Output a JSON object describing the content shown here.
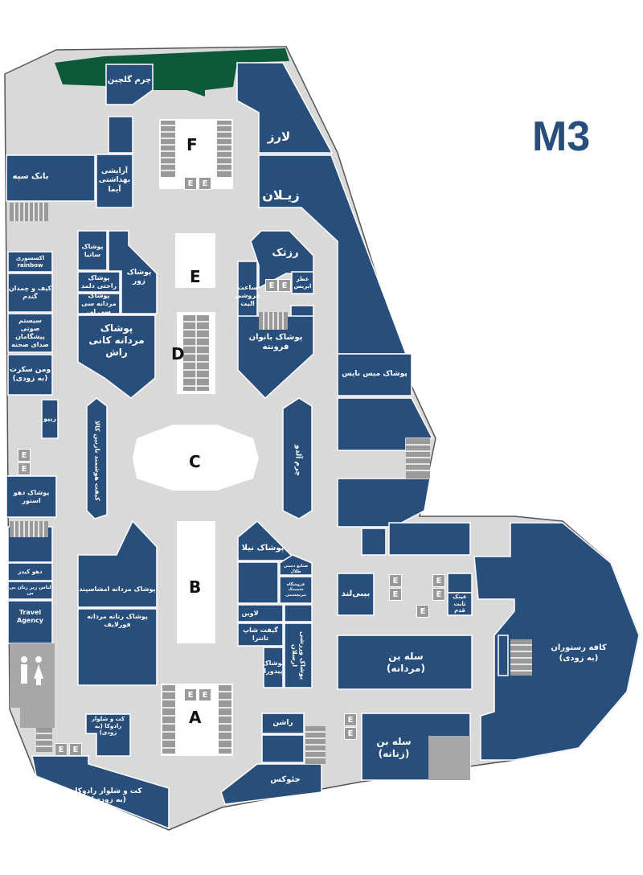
{
  "floor": "M3",
  "colors": {
    "shop": "#284e7c",
    "corridor": "#d9d9d9",
    "green": "#0d5a3b",
    "service": "#a7a7a7"
  },
  "zones": {
    "a": "A",
    "b": "B",
    "c": "C",
    "d": "D",
    "e": "E",
    "f": "F"
  },
  "elevator": "E",
  "stores": {
    "charm_golchin": "چرم گلچین",
    "arayeshi": "آرایشی بهداشتی آیما",
    "bank_sepah": "بانک سپه",
    "larz": "لارز",
    "zilan": "زیـلان",
    "rainbow": "اکسسوری rainbow",
    "kif": "کیف و چمدان گندم",
    "sound": "سیستم صوتی پیشگامان صدای صحنه",
    "women_secret": "ومن سکرت (به زودی)",
    "satia": "پوشاک ساتیا",
    "zoor": "پوشاک زور",
    "rahati": "پوشاک راحتی دلمد",
    "ccl": "پوشاک مردانه سی سی لی",
    "kanirash": "پوشاک مردانه کانی راش",
    "roztak": "رزتک",
    "elite": "ساعت فروشی الیت",
    "iris": "عطر ایریس",
    "foronte": "پوشاک بانوان فرونته",
    "misnice": "پوشاک میس نایس",
    "zipo": "زیپو",
    "dahoo_store": "پوشاک دهو استور",
    "kif_hooshmand": "کیفت هوشمند نازنین کالا",
    "aldo": "چرم آلدو",
    "dahoo_kids": "دهو کیدز",
    "bb": "لباس زیر زنان بی بی",
    "travel": "Travel Agency",
    "emshasiand": "پوشاک مردانه امشاسپند",
    "forlife": "پوشاک زنانه مردانه فورلایف",
    "nila": "پوشاک نیلا",
    "sanaye": "صنایع دستی طلال",
    "fooroshgah": "فروشگاه شمیمک تیریچشمی",
    "lavin": "لاوین",
    "tantra": "گیفت شاپ تانترا",
    "pidora": "پوشاک پیدورا",
    "arsalan": "پوشاک ورزشی ارسلان",
    "babyland": "بیبی‌لند",
    "eynak": "عینک ثابت قدم",
    "sellebon_men": "سله بن (مردانه)",
    "sellebon_women": "سله بن (زنانه)",
    "cafe": "کافه رستوران (به زودی)",
    "radoka_small": "کت و شلوار رادوکا (به زودی)",
    "radoka": "کت و شلوار رادوکا (به زودی)",
    "rashen": "راشن",
    "jeox": "جئوکس"
  }
}
